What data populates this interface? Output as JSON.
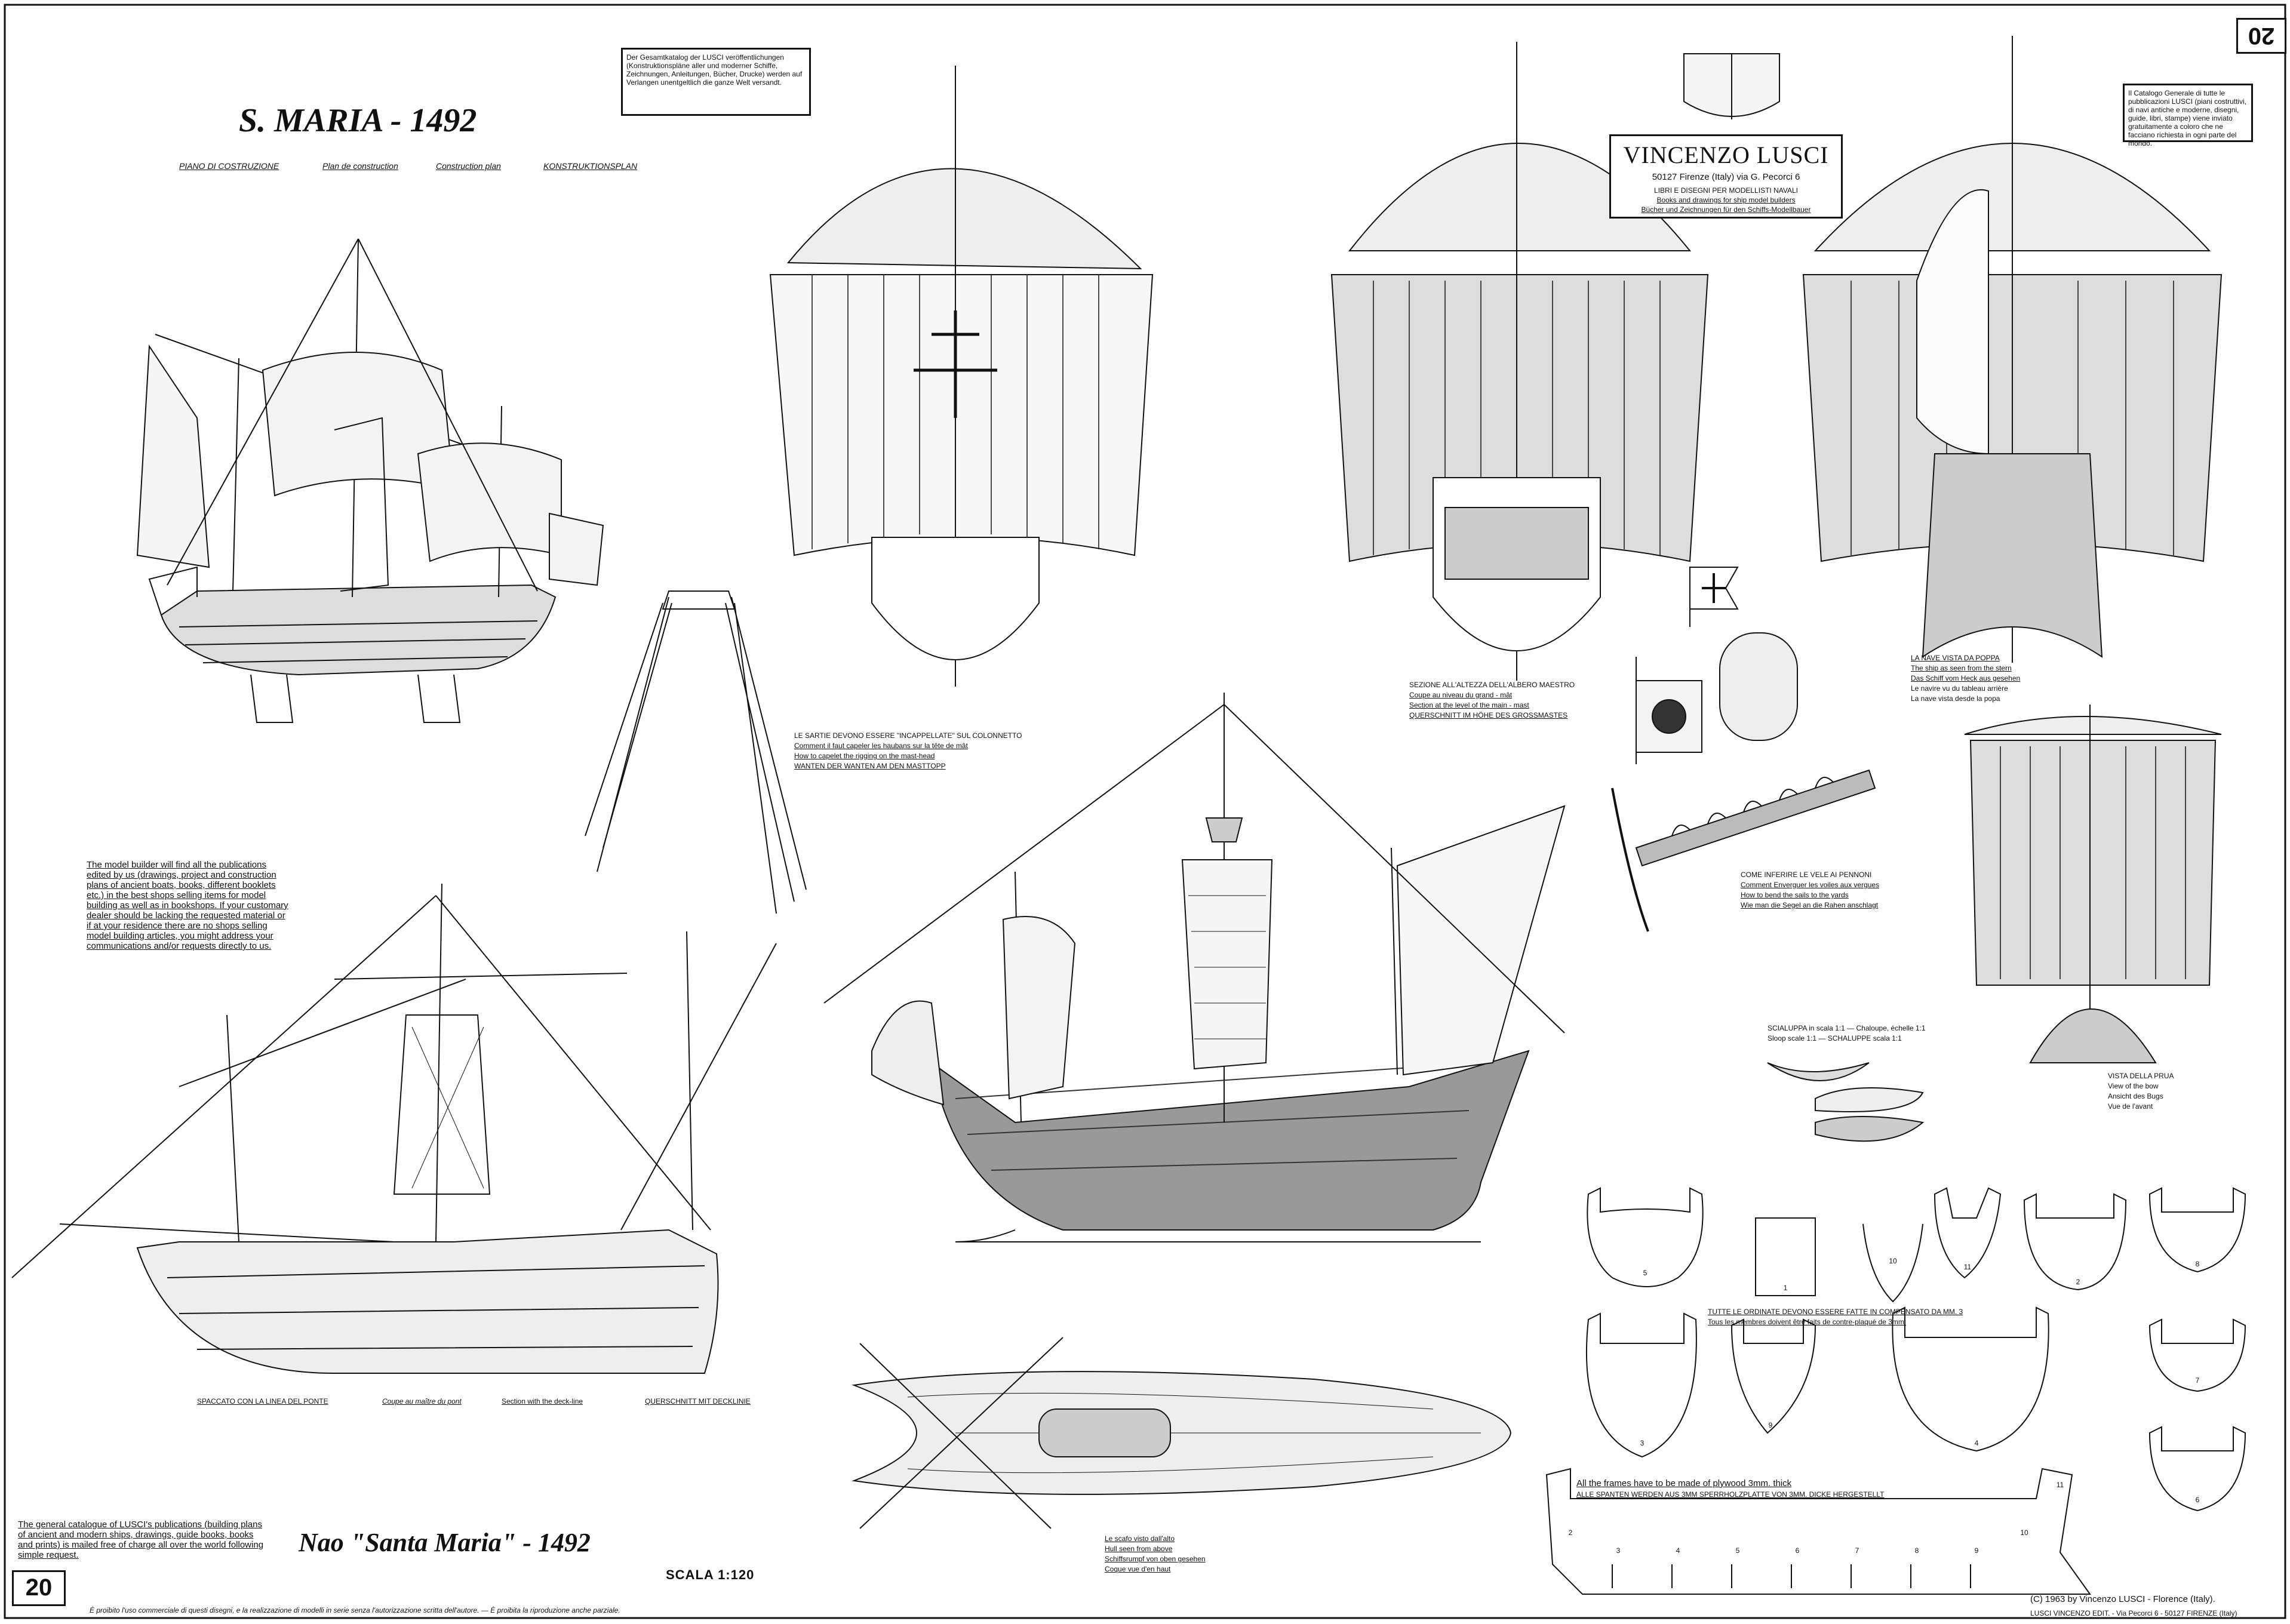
{
  "sheet_number": "20",
  "title": "S. MARIA - 1492",
  "plan_labels": [
    "PIANO DI COSTRUZIONE",
    "Plan de construction",
    "Construction plan",
    "KONSTRUKTIONSPLAN"
  ],
  "german_note": "Der Gesamtkatalog der LUSCI veröffentlichungen (Konstruktionspläne aller und moderner Schiffe, Zeichnungen, Anleitungen, Bücher, Drucke) werden auf Verlangen unentgeltlich die ganze Welt versandt.",
  "italian_note": "Il Catalogo Generale di tutte le pubblicazioni LUSCI (piani costruttivi, di navi antiche e moderne, disegni, guide, libri, stampe) viene inviato gratuitamente a coloro che ne facciano richiesta in ogni parte del mondo.",
  "publisher": {
    "name": "VINCENZO LUSCI",
    "address": "50127 Firenze (Italy) via G. Pecorci 6",
    "lines": [
      "LIBRI E DISEGNI PER MODELLISTI NAVALI",
      "Books and drawings for ship model builders",
      "Bücher und Zeichnungen für den Schiffs-Modellbauer"
    ]
  },
  "english_note": "The model builder will find all the publications edited by us (drawings, project and construction plans of ancient boats, books, different booklets etc.) in the best shops selling items for model building as well as in bookshops. If your customary dealer should be lacking the requested material or if at your residence there are no shops selling model building articles, you might address your communications and/or requests directly to us.",
  "catalogue_note": "The general catalogue of LUSCI's publications (building plans of ancient and modern ships, drawings, guide books, books and prints) is mailed free of charge all over the world following simple request.",
  "rigging_note": [
    "LE SARTIE DEVONO ESSERE \"INCAPPELLATE\" SUL COLONNETTO",
    "Comment il faut capeler les haubans sur la tête de mât",
    "How to capelet the rigging on the mast-head",
    "WANTEN DER WANTEN AM DEN MASTTOPP"
  ],
  "section_labels": [
    "SEZIONE ALL'ALTEZZA DELL'ALBERO MAESTRO",
    "Coupe au niveau du grand - mât",
    "Section at the level of the main - mast",
    "QUERSCHNITT IM HÖHE DES GROSSMASTES"
  ],
  "stern_labels": [
    "LA NAVE VISTA DA POPPA",
    "The ship as seen from the stern",
    "Das Schiff vom Heck aus gesehen",
    "Le navire vu du tableau arrière",
    "La nave vista desde la popa"
  ],
  "bow_labels": [
    "VISTA DELLA PRUA",
    "View of the bow",
    "Ansicht des Bugs",
    "Vue de l'avant"
  ],
  "yard_labels": [
    "COME INFERIRE LE VELE AI PENNONI",
    "Comment Enverguer les voiles aux vergues",
    "How to bend the sails to the yards",
    "Wie man die Segel an die Rahen anschlagt"
  ],
  "boat_labels": [
    "SCIALUPPA in scala 1:1 — Chaloupe, échelle 1:1",
    "Sloop scale 1:1 — SCHALUPPE scala 1:1"
  ],
  "frames_note": [
    "TUTTE LE ORDINATE DEVONO ESSERE FATTE IN COMPENSATO DA MM. 3",
    "Tous les membres doivent être faits de contre-plaqué de 3mm."
  ],
  "plywood_note": [
    "All the frames have to be made of plywood 3mm. thick",
    "ALLE SPANTEN WERDEN AUS 3MM SPERRHOLZPLATTE VON 3MM. DICKE HERGESTELLT"
  ],
  "deck_labels": [
    "Le scafo visto dall'alto",
    "Hull seen from above",
    "Schiffsrumpf von oben gesehen",
    "Coque vue d'en haut"
  ],
  "view_labels": [
    "SPACCATO CON LA LINEA DEL PONTE",
    "Coupe au maître du pont",
    "Section with the deck-line",
    "QUERSCHNITT MIT DECKLINIE"
  ],
  "bottom_title": "Nao \"Santa Maria\" - 1492",
  "scale": "SCALA 1:120",
  "copyright": "(C) 1963 by Vincenzo LUSCI - Florence (Italy).",
  "imprint": "LUSCI VINCENZO EDIT. - Via Pecorci 6 - 50127 FIRENZE (Italy)",
  "footer_note": "È proibito l'uso commerciale di questi disegni, e la realizzazione di modelli in serie senza l'autorizzazione scritta dell'autore. — È proibita la riproduzione anche parziale.",
  "frame_numbers": [
    "1",
    "2",
    "3",
    "4",
    "5",
    "6",
    "7",
    "8",
    "9",
    "10",
    "11"
  ],
  "keel_numbers": [
    "2",
    "3",
    "4",
    "5",
    "6",
    "7",
    "8",
    "9",
    "10",
    "11"
  ]
}
